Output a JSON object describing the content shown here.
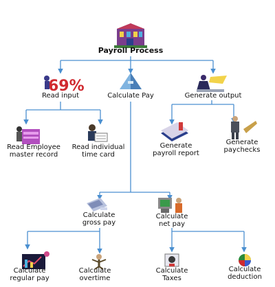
{
  "root": {
    "label": "Payroll Process",
    "icon": "building-icon"
  },
  "read_input": {
    "label": "Read input",
    "icon": "percent-sign-icon"
  },
  "calculate_pay": {
    "label": "Calculate Pay",
    "icon": "pyramid-icon"
  },
  "generate_output": {
    "label": "Generate output",
    "icon": "worker-icon"
  },
  "read_employee": {
    "line1": "Read Employee",
    "line2": "master record",
    "icon": "folder-stack-icon"
  },
  "read_timecard": {
    "line1": "Read individual",
    "line2": "time card",
    "icon": "clerk-icon"
  },
  "generate_report": {
    "line1": "Generate",
    "line2": "payroll report",
    "icon": "report-stack-icon"
  },
  "generate_paychecks": {
    "line1": "Generate",
    "line2": "paychecks",
    "icon": "businessman-icon"
  },
  "calc_gross": {
    "line1": "Calculate",
    "line2": "gross pay",
    "icon": "calculator-hand-icon"
  },
  "calc_net": {
    "line1": "Calculate",
    "line2": "net pay",
    "icon": "computer-icon"
  },
  "calc_regular": {
    "line1": "Calculate",
    "line2": "regular pay",
    "icon": "chart-icon"
  },
  "calc_overtime": {
    "line1": "Calculate",
    "line2": "overtime",
    "icon": "runner-icon"
  },
  "calc_taxes": {
    "line1": "Calculate",
    "line2": "Taxes",
    "icon": "tax-form-icon"
  },
  "calc_deduction": {
    "line1": "Calculate",
    "line2": "deduction",
    "icon": "pie-chart-icon"
  },
  "colors": {
    "connector": "#4a8fd0"
  }
}
